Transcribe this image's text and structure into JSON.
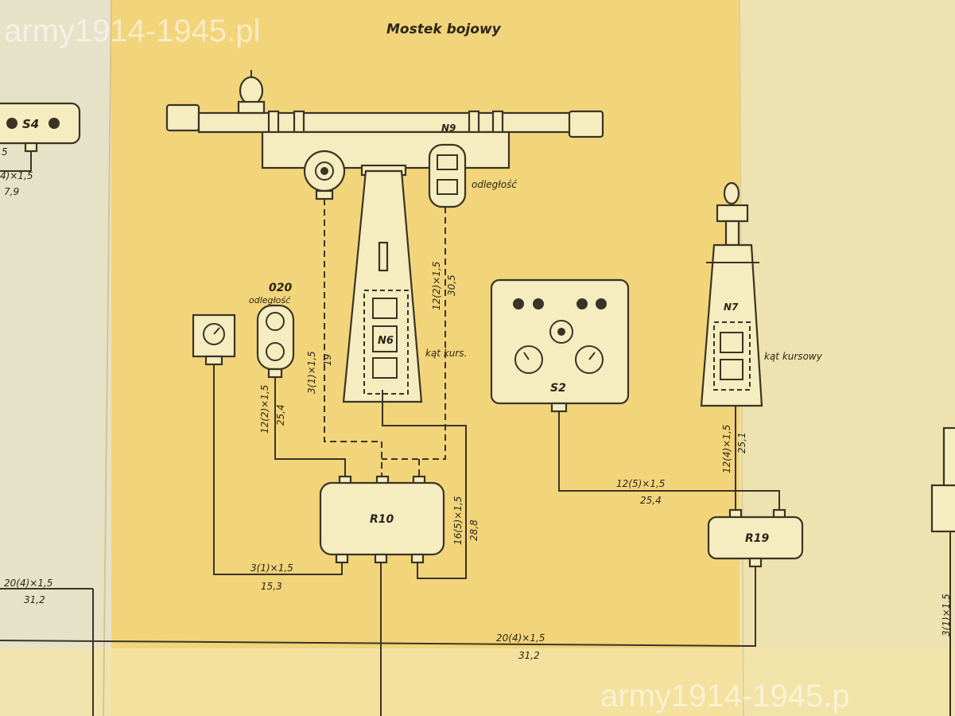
{
  "watermark_top": "army1914-1945.pl",
  "watermark_bottom": "army1914-1945.p",
  "title": "Mostek bojowy",
  "devices": {
    "s4": "S4",
    "n9": "N9",
    "n6": "N6",
    "n7": "N7",
    "s2": "S2",
    "r10": "R10",
    "r19": "R19",
    "o20": "020"
  },
  "labels": {
    "odleglosc_1": "odległość",
    "odleglosc_2": "odległość",
    "kat_kurs": "kąt kurs.",
    "kat_kursowy": "kąt kursowy"
  },
  "cables": {
    "left_a": "5",
    "left_b": "4)×1,5",
    "left_c": "7,9",
    "n9_r10_a": "3(1)×1,5",
    "n9_r10_b": "19",
    "n9_right_a": "12(2)×1,5",
    "n9_right_b": "30,5",
    "o20_a": "12(2)×1,5",
    "o20_b": "25,4",
    "r10_right_a": "16(5)×1,5",
    "r10_right_b": "28,8",
    "r10_left_a": "3(1)×1,5",
    "r10_left_b": "15,3",
    "s2_a": "12(5)×1,5",
    "s2_b": "25,4",
    "n7_a": "12(4)×1,5",
    "n7_b": "25,1",
    "main_a": "20(4)×1,5",
    "main_b": "31,2",
    "far_left_a": "20(4)×1,5",
    "far_left_b": "31,2",
    "edge_right": "3(1)×1,5"
  }
}
